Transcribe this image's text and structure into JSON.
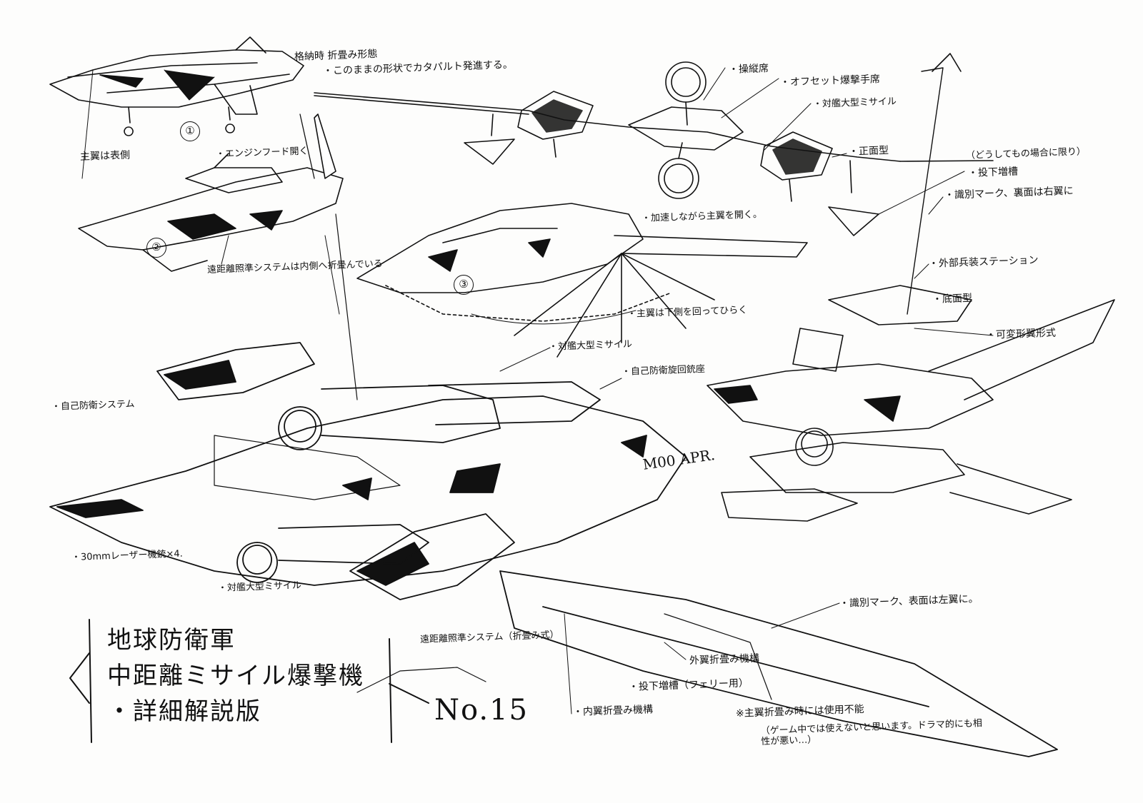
{
  "title_block": {
    "line1": "地球防衛軍",
    "line2": "中距離ミサイル爆撃機",
    "line3": "・詳細解説版",
    "number": "No.15"
  },
  "signature": "M00 APR.",
  "stage_markers": [
    "①",
    "②",
    "③"
  ],
  "annotations": {
    "stowed_form": "格納時 折畳み形態",
    "catapult": "・このままの形状でカタパルト発進する。",
    "main_wing_front": "主翼は表側",
    "engine_hood": "・エンジンフード開く",
    "long_range_folded_in": "遠距離照準システムは内側へ折畳んでいる",
    "accelerate_open": "・加速しながら主翼を開く。",
    "main_wing_rotates": "・主翼は下側を回ってひらく",
    "cockpit": "・操縦席",
    "offset_bomber_seat": "・オフセット爆撃手席",
    "anti_ship_missile_top": "・対艦大型ミサイル",
    "front_view": "・正面型",
    "emergency_only": "（どうしてもの場合に限り）",
    "drop_tank_top": "・投下増槽",
    "id_mark_underside": "・識別マーク、裏面は右翼に",
    "external_pods": "・外部兵装ステーション",
    "bottom_view": "・底面型",
    "variable_wing": "・可変形翼形式",
    "anti_ship_missile_mid": "・対艦大型ミサイル",
    "defense_turret": "・自己防衛旋回銃座",
    "self_defense_system": "・自己防衛システム",
    "laser_guns": "・30mmレーザー機銃×4.",
    "anti_ship_missile_bottom": "・対艦大型ミサイル",
    "long_range_system": "遠距離照準システム（折畳み式）",
    "id_mark_topside": "・識別マーク、表面は左翼に。",
    "outer_wing_fold": "外翼折畳み機構",
    "drop_tank_ferry": "・投下増槽（フェリー用）",
    "inner_wing_fold": "・内翼折畳み機構",
    "folded_unusable": "※主翼折畳み時には使用不能",
    "game_note": "（ゲーム中では使えないと思います。ドラマ的にも相性が悪い…）"
  }
}
